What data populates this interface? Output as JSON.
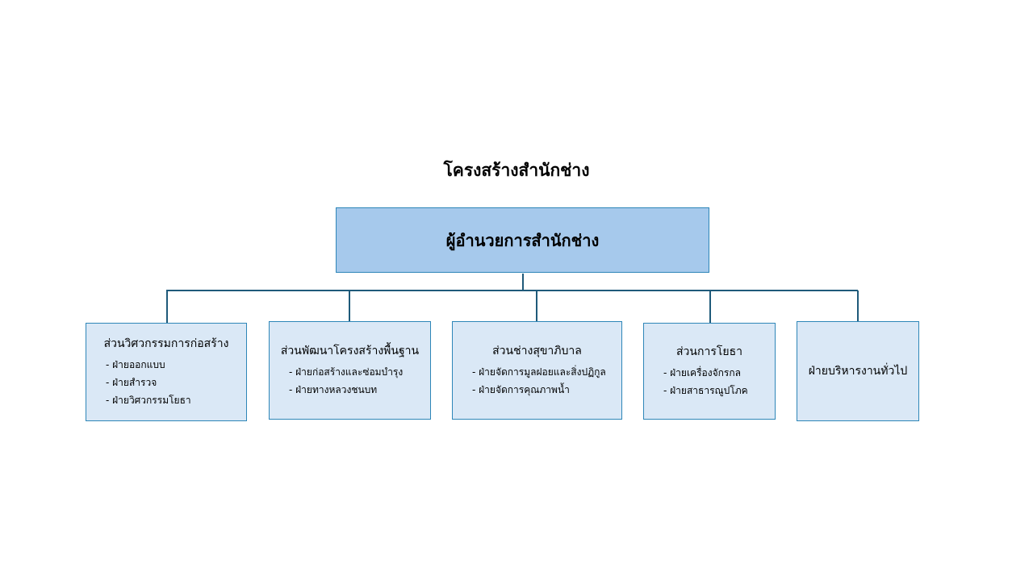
{
  "title": "โครงสร้างสำนักช่าง",
  "colors": {
    "top_box_fill": "#a6c9ec",
    "unit_box_fill": "#dae8f6",
    "box_border": "#2e86b8",
    "connector": "#1f5a7a"
  },
  "director": "ผู้อำนวยการสำนักช่าง",
  "units": [
    {
      "name": "ส่วนวิศวกรรมการก่อสร้าง",
      "items": [
        "- ฝ่ายออกแบบ",
        "- ฝ่ายสำรวจ",
        "- ฝ่ายวิศวกรรมโยธา"
      ]
    },
    {
      "name": "ส่วนพัฒนาโครงสร้างพื้นฐาน",
      "items": [
        "- ฝ่ายก่อสร้างและซ่อมบำรุง",
        "- ฝ่ายทางหลวงชนบท"
      ]
    },
    {
      "name": "ส่วนช่างสุขาภิบาล",
      "items": [
        "- ฝ่ายจัดการมูลฝอยและสิ่งปฏิกูล",
        "- ฝ่ายจัดการคุณภาพน้ำ"
      ]
    },
    {
      "name": "ส่วนการโยธา",
      "items": [
        "- ฝ่ายเครื่องจักรกล",
        "- ฝ่ายสาธารณูปโภค"
      ]
    },
    {
      "name": "ฝ่ายบริหารงานทั่วไป",
      "items": []
    }
  ]
}
